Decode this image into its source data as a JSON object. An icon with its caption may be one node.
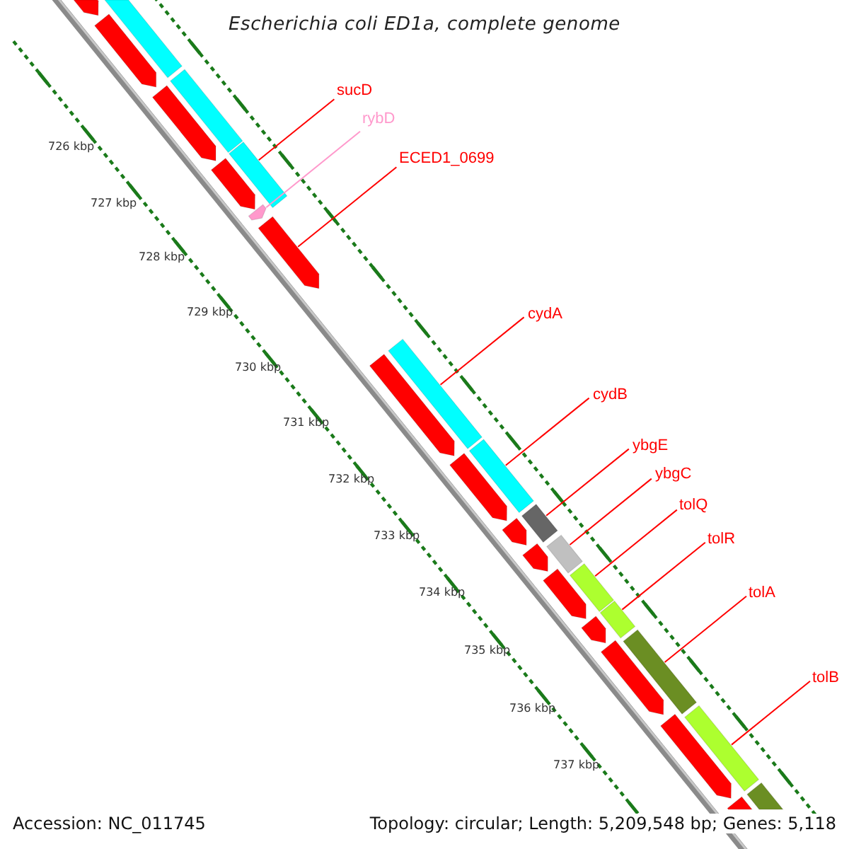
{
  "diagram": {
    "title": "Escherichia coli ED1a, complete genome",
    "nodes": [
      {
        "text": [
          "sucD"
        ]
      },
      {
        "text": [
          "rybD"
        ]
      },
      {
        "text": [
          "ECED1_0699"
        ]
      },
      {
        "text": [
          "cydA"
        ]
      },
      {
        "text": [
          "cydB"
        ]
      },
      {
        "text": [
          "ybgE"
        ]
      },
      {
        "text": [
          "ybgC"
        ]
      },
      {
        "text": [
          "tolQ"
        ]
      },
      {
        "text": [
          "tolR"
        ]
      },
      {
        "text": [
          "tolA"
        ]
      },
      {
        "text": [
          "tolB"
        ]
      },
      {
        "text": [],
        "shape": "bar"
      },
      {
        "text": [],
        "shape": "pentagon"
      },
      {
        "text": [],
        "shape": "pentagon"
      },
      {
        "text": [],
        "shape": "bar"
      },
      {
        "text": [],
        "shape": "pentagon"
      },
      {
        "text": [],
        "shape": "bar"
      },
      {
        "text": [],
        "shape": "pentagon"
      },
      {
        "text": [],
        "shape": "pentagon"
      },
      {
        "text": [],
        "shape": "pentagon"
      },
      {
        "text": [],
        "shape": "pentagon"
      },
      {
        "text": [],
        "shape": "bar"
      },
      {
        "text": [],
        "shape": "pentagon"
      },
      {
        "text": [],
        "shape": "bar"
      },
      {
        "text": [],
        "shape": "pentagon"
      },
      {
        "text": [],
        "shape": "bar"
      },
      {
        "text": [],
        "shape": "pentagon"
      },
      {
        "text": [],
        "shape": "bar"
      },
      {
        "text": [],
        "shape": "pentagon"
      },
      {
        "text": [],
        "shape": "bar"
      },
      {
        "text": [],
        "shape": "pentagon"
      },
      {
        "text": [],
        "shape": "bar"
      },
      {
        "text": [],
        "shape": "pentagon"
      },
      {
        "text": [],
        "shape": "bar"
      },
      {
        "text": [],
        "shape": "pentagon"
      },
      {
        "text": [],
        "shape": "bar"
      },
      {
        "text": [],
        "shape": "pentagon"
      },
      {
        "text": [],
        "shape": "bar"
      }
    ],
    "edges": [
      {
        "from": 0,
        "to": 16,
        "arrow": "none"
      },
      {
        "from": 1,
        "to": 18,
        "arrow": "none",
        "color": "#ff99cc"
      },
      {
        "from": 2,
        "to": 19,
        "arrow": "none"
      },
      {
        "from": 3,
        "to": 21,
        "arrow": "none"
      },
      {
        "from": 4,
        "to": 23,
        "arrow": "none"
      },
      {
        "from": 5,
        "to": 25,
        "arrow": "none"
      },
      {
        "from": 6,
        "to": 27,
        "arrow": "none"
      },
      {
        "from": 7,
        "to": 29,
        "arrow": "none"
      },
      {
        "from": 8,
        "to": 31,
        "arrow": "none"
      },
      {
        "from": 9,
        "to": 33,
        "arrow": "none"
      },
      {
        "from": 10,
        "to": 35,
        "arrow": "none"
      }
    ],
    "labels": [
      "726 kbp",
      "727 kbp",
      "728 kbp",
      "729 kbp",
      "730 kbp",
      "731 kbp",
      "732 kbp",
      "733 kbp",
      "734 kbp",
      "735 kbp",
      "736 kbp",
      "737 kbp",
      "Accession: NC_011745",
      "Topology: circular; Length: 5,209,548 bp; Genes: 5,118"
    ]
  }
}
